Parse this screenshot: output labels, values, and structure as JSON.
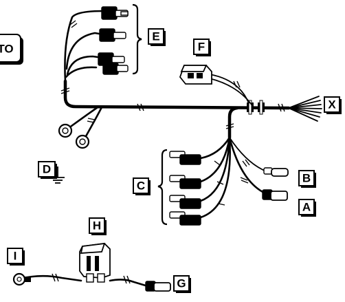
{
  "labels": {
    "a": "A",
    "b": "B",
    "c": "C",
    "d": "D",
    "e": "E",
    "f": "F",
    "g": "G",
    "h": "H",
    "i": "I",
    "x": "X",
    "corner": "TO"
  }
}
